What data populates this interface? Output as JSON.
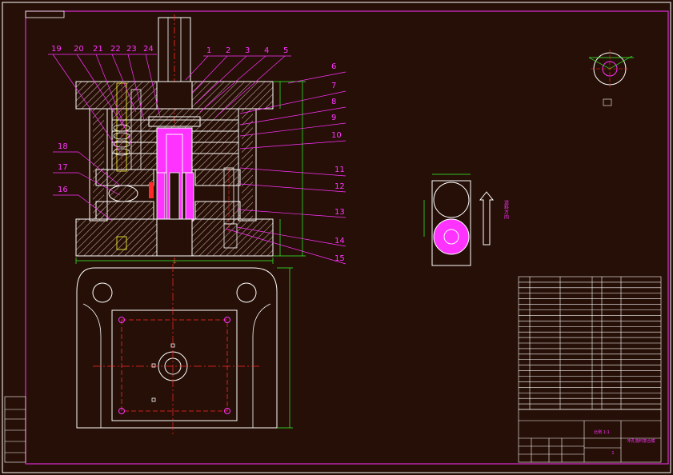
{
  "drawing": {
    "callouts_top": [
      "1",
      "2",
      "3",
      "4",
      "5"
    ],
    "callouts_left_top": [
      "19",
      "20",
      "21",
      "22",
      "23",
      "24"
    ],
    "callouts_left": [
      "18",
      "17",
      "16"
    ],
    "callouts_right": [
      "6",
      "7",
      "8",
      "9",
      "10",
      "11",
      "12",
      "13",
      "14",
      "15"
    ],
    "strip_direction_label": "送料方向",
    "title_block": {
      "drawing_name": "冲孔落料复合模",
      "scale_label": "比例 1:1",
      "part_no": "1"
    }
  },
  "colors": {
    "background": "#260f06",
    "frame": "#ffffff",
    "callout": "#ff33ff",
    "leader": "#ff33ff",
    "dimension": "#33ff33",
    "centerline": "#ff2a2a",
    "hatch": "#ff33ff",
    "fill_part": "#ff33ff"
  }
}
